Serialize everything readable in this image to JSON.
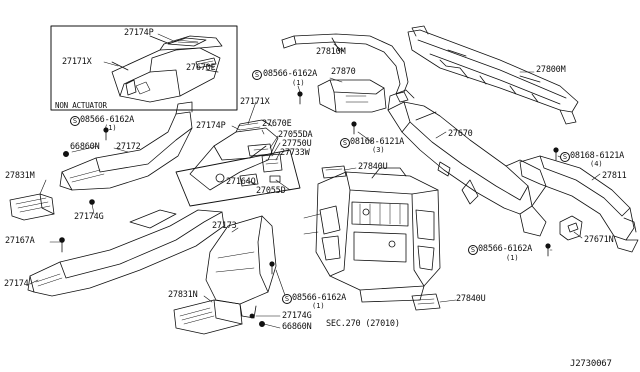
{
  "diagram": {
    "inset_caption": "NON ACTUATOR",
    "footer_code": "J2730067",
    "sec_ref": "SEC.270 (27010)"
  },
  "labels": {
    "l27174P_a": "27174P",
    "l27171X_a": "27171X",
    "l27670E_a": "27670E",
    "l27810M": "27810M",
    "l27800M": "27800M",
    "b08566_a": "08566-6162A",
    "q_a": "(1)",
    "l27870": "27870",
    "b08566_b": "08566-6162A",
    "q_b": "(1)",
    "l66860N_a": "66860N",
    "l27172": "27172",
    "l27171X_b": "27171X",
    "l27174P_b": "27174P",
    "l27670E_b": "27670E",
    "l27055DA": "27055DA",
    "l27750U": "27750U",
    "l27733W": "27733W",
    "b08168_a": "08168-6121A",
    "q_c": "(3)",
    "l27670": "27670",
    "l27840U_a": "27840U",
    "l27831M": "27831M",
    "l27174G_a": "27174G",
    "l27164Q": "27164Q",
    "l27055D": "27055D",
    "b08168_b": "08168-6121A",
    "q_d": "(4)",
    "l27811": "27811",
    "l27173": "27173",
    "l27167A": "27167A",
    "l27671N": "27671N",
    "b08566_c": "08566-6162A",
    "q_e": "(1)",
    "l27174": "27174",
    "l27831N": "27831N",
    "b08566_d": "08566-6162A",
    "q_f": "(1)",
    "l27174G_b": "27174G",
    "l66860N_b": "66860N",
    "l27840U_b": "27840U"
  }
}
